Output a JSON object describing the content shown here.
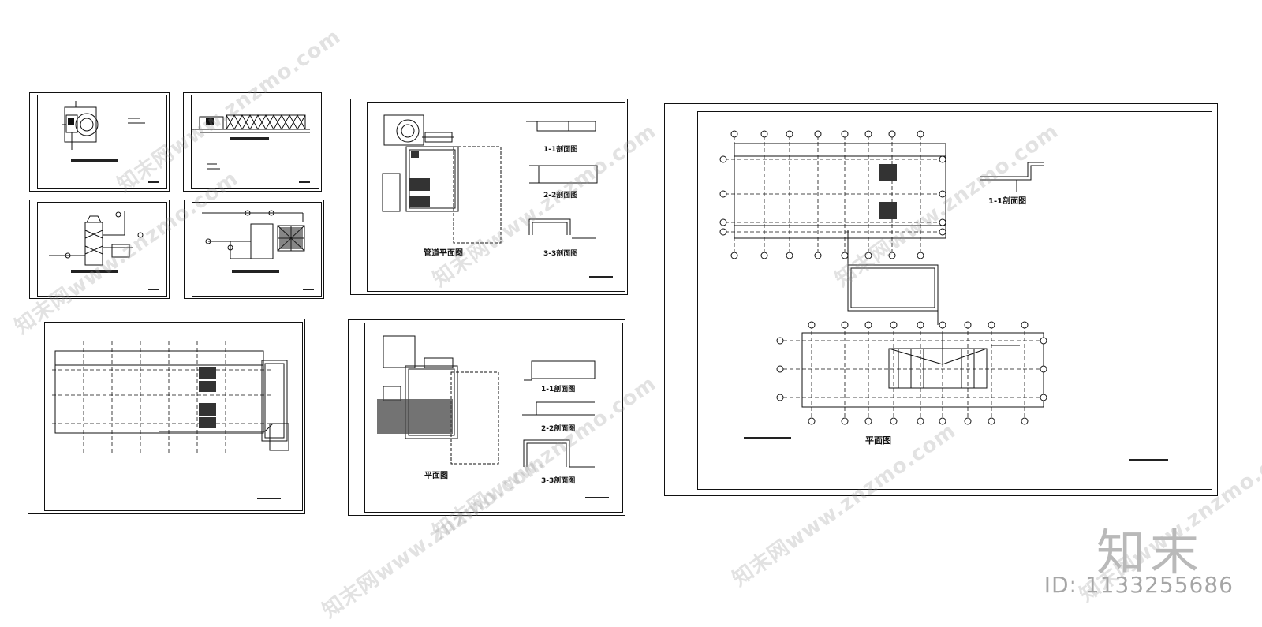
{
  "brand": {
    "logo_text": "知末",
    "id_label": "ID: 1133255686"
  },
  "watermark": {
    "text": "知末网www.znzmo.com"
  },
  "section_titles": {
    "sec1_1": "1-1剖面图",
    "sec2_2": "2-2剖面图",
    "sec3_3": "3-3剖面图",
    "pipe_plan": "管道平面图",
    "plan": "平面图"
  }
}
